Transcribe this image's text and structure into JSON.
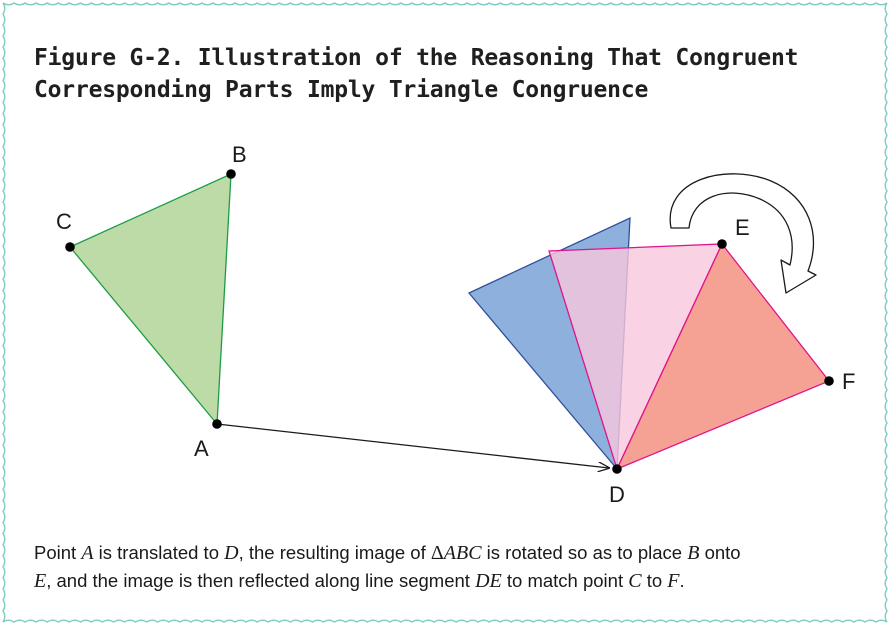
{
  "figure": {
    "title_line1": "Figure G-2. Illustration of the Reasoning That Congruent",
    "title_line2": "Corresponding Parts Imply Triangle Congruence",
    "point_labels": {
      "A": "A",
      "B": "B",
      "C": "C",
      "D": "D",
      "E": "E",
      "F": "F"
    },
    "caption": {
      "t1": "Point ",
      "v1": "A",
      "t2": " is translated to ",
      "v2": "D",
      "t3": ", the resulting image of ",
      "tri_symbol": "Δ",
      "v3": "ABC",
      "t4": " is rotated so as to place ",
      "v4": "B",
      "t5": " onto ",
      "v5": "E",
      "t6": ", and the image is then reflected along line segment ",
      "v6": "DE",
      "t7": " to match point ",
      "v7": "C",
      "t8": " to ",
      "v8": "F",
      "t9": "."
    }
  },
  "colors": {
    "frame_border": "#7fcdc6",
    "triangle_abc_fill": "#bcdba7",
    "triangle_abc_stroke": "#1c9c46",
    "translated_fill": "#8eb0dd",
    "translated_stroke": "#2f4f9e",
    "rotated_fill": "#f8c7dc",
    "rotated_stroke": "#e0148a",
    "final_fill": "#f5a294",
    "final_stroke": "#e0148a"
  }
}
